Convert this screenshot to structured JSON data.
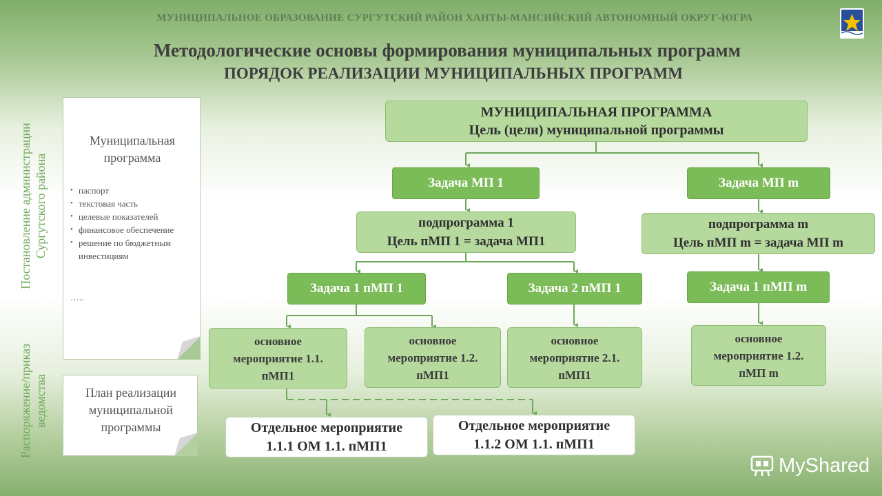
{
  "header": {
    "text": "МУНИЦИПАЛЬНОЕ ОБРАЗОВАНИЕ СУРГУТСКИЙ РАЙОН ХАНТЫ-МАНСИЙСКИЙ АВТОНОМНЫЙ ОКРУГ-ЮГРА",
    "logo_icon": "coat-of-arms-icon"
  },
  "title": {
    "line1": "Методологические основы формирования муниципальных программ",
    "line2": "ПОРЯДОК РЕАЛИЗАЦИИ МУНИЦИПАЛЬНЫХ ПРОГРАММ"
  },
  "side_labels": {
    "upper_line1": "Постановление администрации",
    "upper_line2": "Сургутского района",
    "lower_line1": "Распоряжение/приказ",
    "lower_line2": "ведомства"
  },
  "doc_program": {
    "title": "Муниципальная программа",
    "items": [
      "паспорт",
      "текстовая часть",
      "целевые показателей",
      "финансовое обеспечение",
      "решение по бюджетным инвестициям"
    ],
    "ellipsis": "….."
  },
  "doc_plan": {
    "title": "План реализации муниципальной программы"
  },
  "diagram": {
    "root": {
      "line1": "МУНИЦИПАЛЬНАЯ ПРОГРАММА",
      "line2": "Цель (цели) муниципальной программы"
    },
    "task_mp1": "Задача МП 1",
    "task_mpm": "Задача МП m",
    "sub1": {
      "line1": "подпрограмма 1",
      "line2": "Цель пМП 1 = задача МП1"
    },
    "subm": {
      "line1": "подпрограмма m",
      "line2": "Цель пМП m = задача МП m"
    },
    "task1_pmp1": "Задача 1 пМП 1",
    "task2_pmp1": "Задача 2 пМП 1",
    "task1_pmpm": "Задача 1 пМП m",
    "act_11": [
      "основное",
      "мероприятие 1.1.",
      "пМП1"
    ],
    "act_12": [
      "основное",
      "мероприятие 1.2.",
      "пМП1"
    ],
    "act_21": [
      "основное",
      "мероприятие 2.1.",
      "пМП1"
    ],
    "act_12m": [
      "основное",
      "мероприятие 1.2.",
      "пМП m"
    ],
    "sep_111": {
      "line1": "Отдельное мероприятие",
      "line2": "1.1.1 ОМ 1.1. пМП1"
    },
    "sep_112": {
      "line1": "Отдельное мероприятие",
      "line2": "1.1.2 ОМ 1.1. пМП1"
    }
  },
  "watermark": {
    "icon": "myshared-logo-icon",
    "text": "MyShared"
  },
  "colors": {
    "line": "#6ea85a",
    "dark_box": "#7cbc58",
    "light_box": "#b6d99e"
  }
}
